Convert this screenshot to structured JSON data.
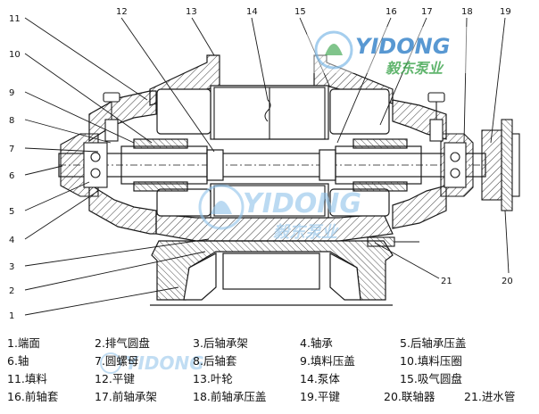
{
  "callouts": [
    "1",
    "2",
    "3",
    "4",
    "5",
    "6",
    "7",
    "8",
    "9",
    "10",
    "11",
    "12",
    "13",
    "14",
    "15",
    "16",
    "17",
    "18",
    "19",
    "20",
    "21"
  ],
  "watermark": {
    "logo_text": "YIDONG",
    "brand_cn": "毅东泵业",
    "colors": {
      "blue": "#2f7fc8",
      "green": "#3aa34a",
      "light_blue": "#8fc3ea"
    }
  },
  "legend": [
    [
      "1.端面",
      "2.排气圆盘",
      "3.后轴承架",
      "4.轴承",
      "5.后轴承压盖"
    ],
    [
      "6.轴",
      "7.圆螺母",
      "8.后轴套",
      "9.填料压盖",
      "10.填料压圈"
    ],
    [
      "11.填料",
      "12.平键",
      "13.叶轮",
      "14.泵体",
      "15.吸气圆盘"
    ],
    [
      "16.前轴套",
      "17.前轴承架",
      "18.前轴承压盖",
      "19.平键",
      "20.联轴器",
      "21.进水管"
    ]
  ],
  "line_color": "#1a1a1a"
}
